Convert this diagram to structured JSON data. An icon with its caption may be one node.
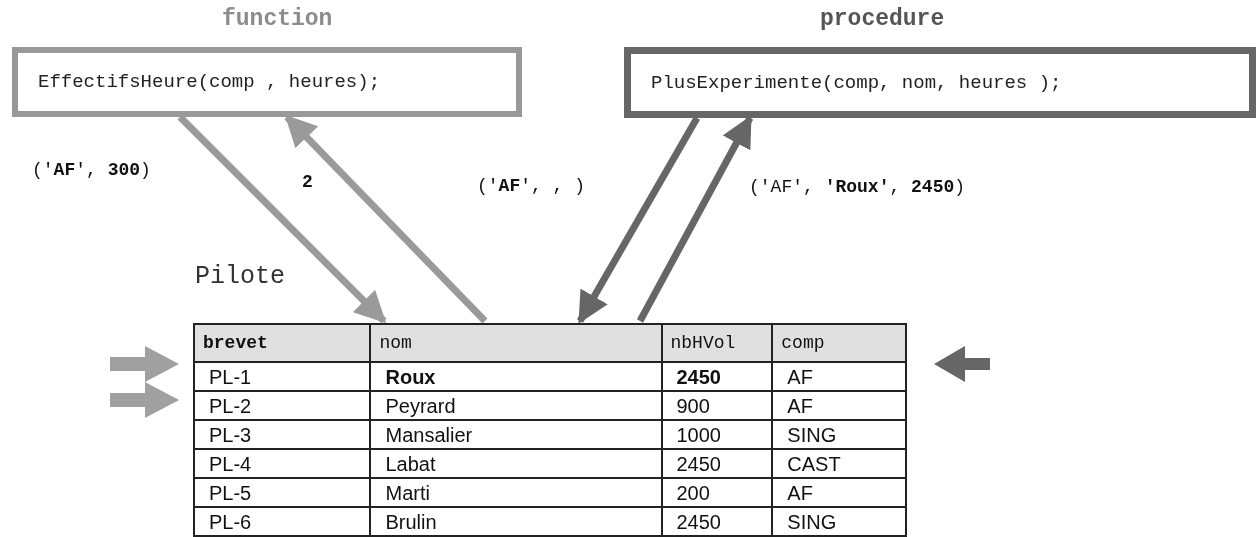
{
  "diagram": {
    "nodes": [
      {
        "text": [
          "function",
          "EffectifsHeure(comp , heures);"
        ]
      },
      {
        "text": [
          "procedure",
          "PlusExperimente(comp, nom, heures );"
        ]
      },
      {
        "text": [
          "Pilote"
        ]
      }
    ],
    "edges": [
      {
        "from": 0,
        "to": 2,
        "arrow": "to",
        "label": "('**AF**', **300**)",
        "color": "#9a9a9a"
      },
      {
        "from": 2,
        "to": 0,
        "arrow": "to",
        "label": "2",
        "color": "#9a9a9a"
      },
      {
        "from": 1,
        "to": 2,
        "arrow": "to",
        "label": "('**AF**', , )",
        "color": "#666666"
      },
      {
        "from": 2,
        "to": 1,
        "arrow": "to",
        "label": "('AF', **'Roux'**, **2450**)",
        "color": "#666666"
      }
    ],
    "labels": [
      "brevet",
      "nom",
      "nbHVol",
      "comp",
      "PL-1",
      "Roux",
      "2450",
      "AF",
      "PL-2",
      "Peyrard",
      "900",
      "AF",
      "PL-3",
      "Mansalier",
      "1000",
      "SING",
      "PL-4",
      "Labat",
      "2450",
      "CAST",
      "PL-5",
      "Marti",
      "200",
      "AF",
      "PL-6",
      "Brulin",
      "2450",
      "SING"
    ]
  }
}
